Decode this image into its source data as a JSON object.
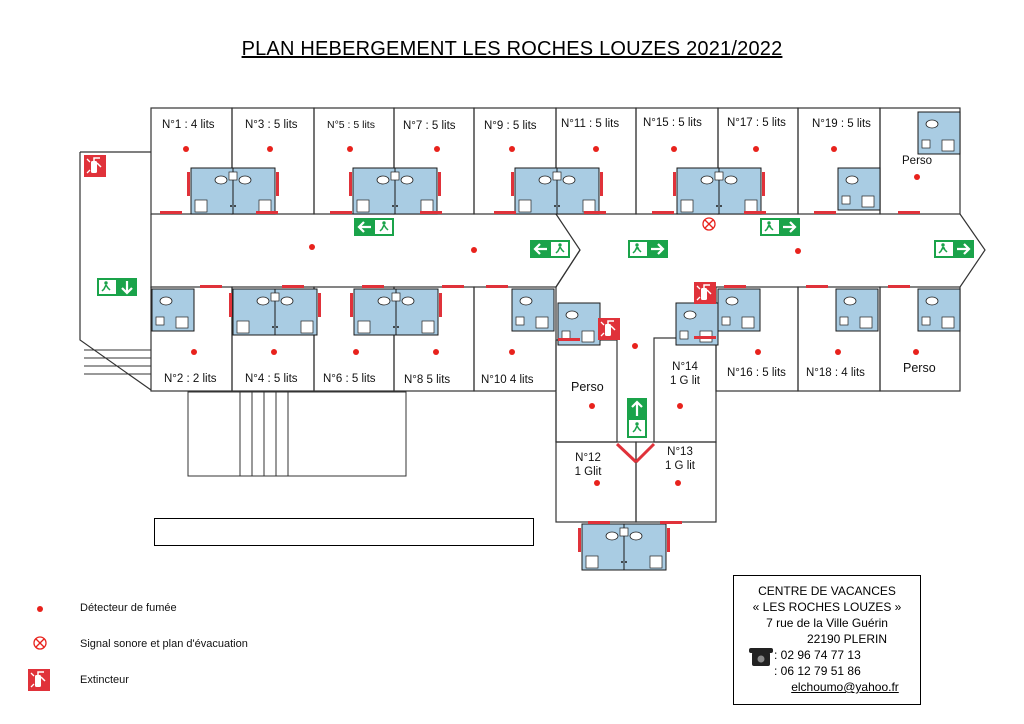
{
  "title": "PLAN HEBERGEMENT LES ROCHES LOUZES 2021/2022",
  "rooms_top": [
    "N°1 : 4 lits",
    "N°3 : 5 lits",
    "N°5 : 5 lits",
    "N°7 : 5 lits",
    "N°9 : 5 lits",
    "N°11 : 5 lits",
    "N°15 : 5 lits",
    "N°17 : 5 lits",
    "N°19 : 5 lits"
  ],
  "rooms_bottom": [
    "N°2 : 2 lits",
    "N°4 : 5 lits",
    "N°6 : 5 lits",
    "N°8 5 lits",
    "N°10 4 lits"
  ],
  "rooms_center": {
    "perso": "Perso",
    "n14_a": "N°14",
    "n14_b": "1 G lit",
    "n12_a": "N°12",
    "n12_b": "1 Glit",
    "n13_a": "N°13",
    "n13_b": "1 G lit"
  },
  "rooms_right": {
    "perso_top": "Perso",
    "n16": "N°16 : 5 lits",
    "n18": "N°18 : 4 lits",
    "perso_bottom": "Perso"
  },
  "legend": {
    "smoke_detector": "Détecteur de fumée",
    "alarm": "Signal sonore et plan d'évacuation",
    "extinguisher": "Extincteur"
  },
  "contact": {
    "name": "CENTRE DE VACANCES",
    "subtitle": "« LES ROCHES LOUZES »",
    "address": "7 rue de la Ville Guérin",
    "city": "22190 PLERIN",
    "phone1": ": 02 96 74 77 13",
    "phone2": ": 06 12 79 51 86",
    "email": "elchoumo@yahoo.fr"
  },
  "colors": {
    "bathroom": "#a9cce3",
    "door": "#e0323a",
    "detector": "#e8221c",
    "exit_sign": "#1aa34a",
    "extinguisher": "#e0323a"
  }
}
